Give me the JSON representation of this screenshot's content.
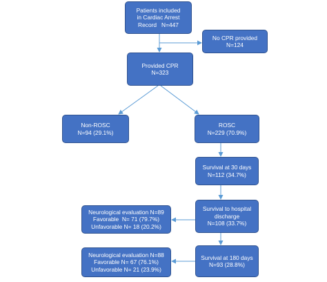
{
  "boxes": {
    "registry": {
      "line1": "Patients included",
      "line2": "in Cardiac Arrest",
      "line3": "Record   N=447"
    },
    "no_cpr": {
      "line1": "No CPR provided",
      "line2": "N=124"
    },
    "provided_cpr": {
      "line1": "Provided CPR",
      "line2": "N=323"
    },
    "non_rosc": {
      "line1": "Non-ROSC",
      "line2": "N=94 (29.1%)"
    },
    "rosc": {
      "line1": "ROSC",
      "line2": "N=229 (70.9%)"
    },
    "survival_30": {
      "line1": "Survival at 30 days",
      "line2": "N=112 (34.7%)"
    },
    "survival_discharge": {
      "line1": "Survival to hospital",
      "line2": "discharge",
      "line3": "N=108 (33.7%)"
    },
    "neuro_discharge": {
      "line1": "Neurological evaluation N=89",
      "line2": "Favorable  N= 71 (79.7%)",
      "line3": "Unfavorable N= 18 (20.2%)"
    },
    "survival_180": {
      "line1": "Survival at 180 days",
      "line2": "N=93 (28.8%)"
    },
    "neuro_180": {
      "line1": "Neurological evaluation N=88",
      "line2": "Favorable N= 67 (76.1%)",
      "line3": "Unfavorable N= 21 (23.9%)"
    }
  },
  "colors": {
    "box_fill": "#4472c4",
    "box_border": "#2f528f",
    "arrow": "#5b9bd5",
    "text": "#ffffff"
  }
}
